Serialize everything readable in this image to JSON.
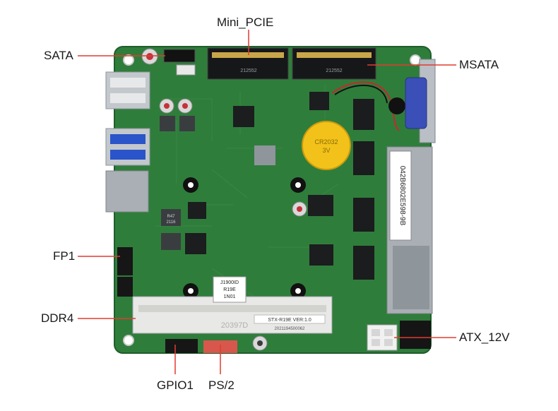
{
  "callouts": {
    "mini_pcie": "Mini_PCIE",
    "sata": "SATA",
    "msata": "MSATA",
    "fp1": "FP1",
    "ddr4": "DDR4",
    "atx_12v": "ATX_12V",
    "gpio1": "GPIO1",
    "ps2": "PS/2"
  },
  "board_prints": {
    "slot_code_1": "212552",
    "slot_code_2": "212552",
    "id_sticker": [
      "J1900ID",
      "R19E",
      "1N01"
    ],
    "version": "STX-R19E VER:1.0",
    "date_code": "2021194500062",
    "serial_sticker": "042B6802E598-9B",
    "ddr_code": "20397D",
    "battery_text": [
      "CR2032",
      "3V"
    ],
    "inductor_text": [
      "R47",
      "2116"
    ]
  },
  "colors": {
    "background": "#ffffff",
    "pcb": "#2f7d3b",
    "pcb_dark": "#1f5e2b",
    "chip": "#1b1d1f",
    "metal": "#b9bfc4",
    "leader_line": "#e23b2e",
    "vga_blue": "#3a4fb8",
    "battery": "#f2c21a",
    "ps2_header": "#d8574d"
  }
}
